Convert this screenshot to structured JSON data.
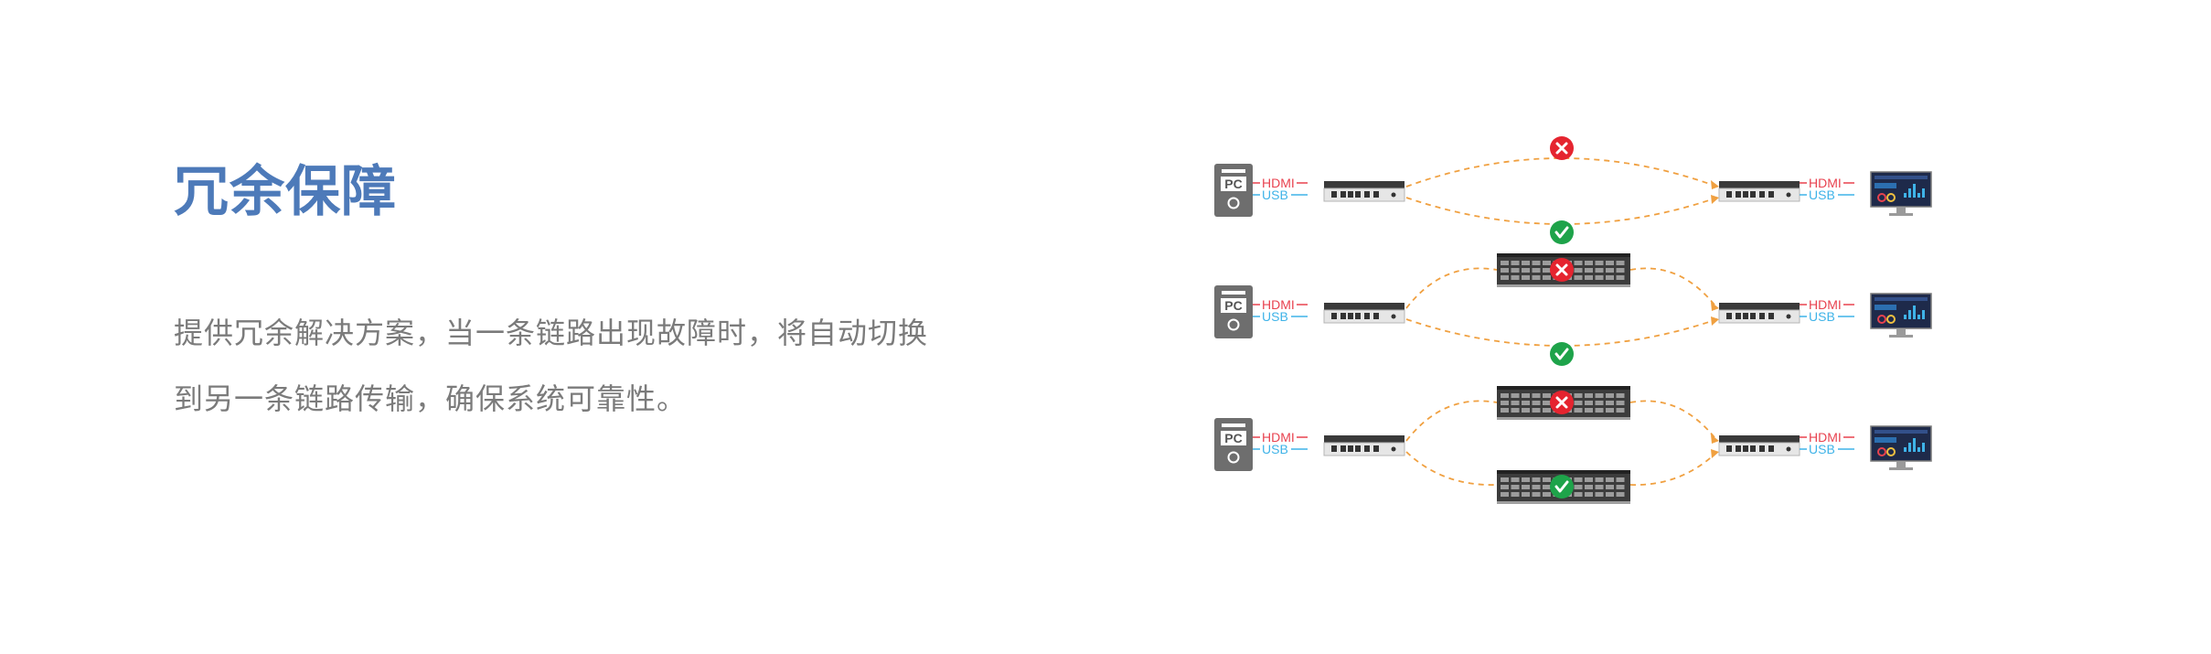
{
  "heading": "冗余保障",
  "description": {
    "line1": "提供冗余解决方案，当一条链路出现故障时，将自动切换",
    "line2": "到另一条链路传输，确保系统可靠性。"
  },
  "diagram": {
    "pc_label": "PC",
    "hdmi_label": "HDMI",
    "usb_label": "USB",
    "colors": {
      "heading": "#4d7ab9",
      "text": "#7b7b7b",
      "hdmi": "#e8424f",
      "usb": "#3fb3e8",
      "link": "#f0a040",
      "fail": "#e5242f",
      "ok": "#1ea34a"
    },
    "scenarios": [
      {
        "top_switch": false,
        "bottom_switch": false,
        "top_status": "fail",
        "bottom_status": "ok"
      },
      {
        "top_switch": true,
        "bottom_switch": false,
        "top_status": "fail",
        "bottom_status": "ok"
      },
      {
        "top_switch": true,
        "bottom_switch": true,
        "top_status": "fail",
        "bottom_status": "ok"
      }
    ]
  }
}
